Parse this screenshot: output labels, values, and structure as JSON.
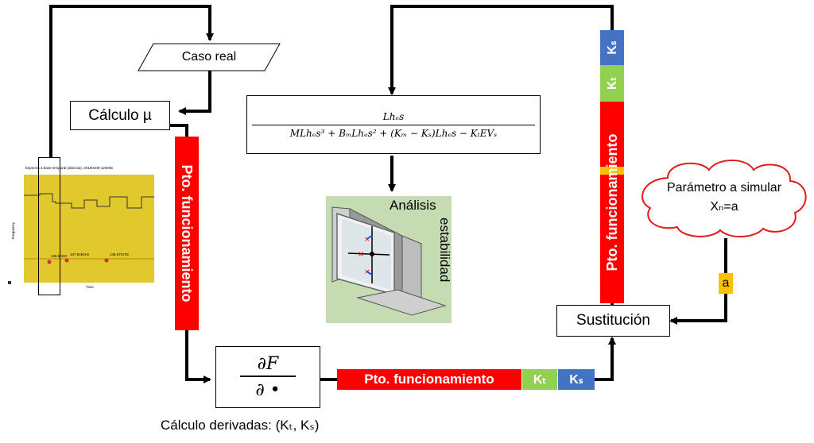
{
  "nodes": {
    "caso_real": "Caso real",
    "calculo_mu": "Cálculo µ",
    "transfer_numerator": "Lhₑs",
    "transfer_denominator": "MLhₑs³ + BₘLhₑs² + (Kₘ − Kₛ)Lhₑs − KₜEVₛ",
    "analisis": "Análisis",
    "estabilidad": "estabilidad",
    "derivative_num": "∂F",
    "derivative_den": "∂ •",
    "derivative_caption": "Cálculo derivadas: (Kₜ, Kₛ)",
    "sustitucion": "Sustitución",
    "cloud_line1": "Parámetro a simular",
    "cloud_line2": "Xₙ=a",
    "param_tag": "a"
  },
  "labels": {
    "pto_vertical_left": "Pto. funcionamiento",
    "pto_horizontal": "Pto. funcionamiento",
    "pto_vertical_right": "Pto. funcionamiento",
    "kt": "Kₜ",
    "ks": "Kₛ"
  },
  "spectrogram": {
    "title": "Espectro a base temporal (abscisa): 20160409-120005",
    "x_label": "Time",
    "y_label": "Frequency",
    "annotations": [
      "138.5/4Hz",
      "147.9462Hz",
      "146.8737Hz"
    ]
  },
  "colors": {
    "red": "#ff0000",
    "green": "#92d050",
    "blue": "#4472c4",
    "orange": "#ffc000",
    "cloud_border": "#e31a1c",
    "monitor_bg": "#c5dcb3"
  }
}
